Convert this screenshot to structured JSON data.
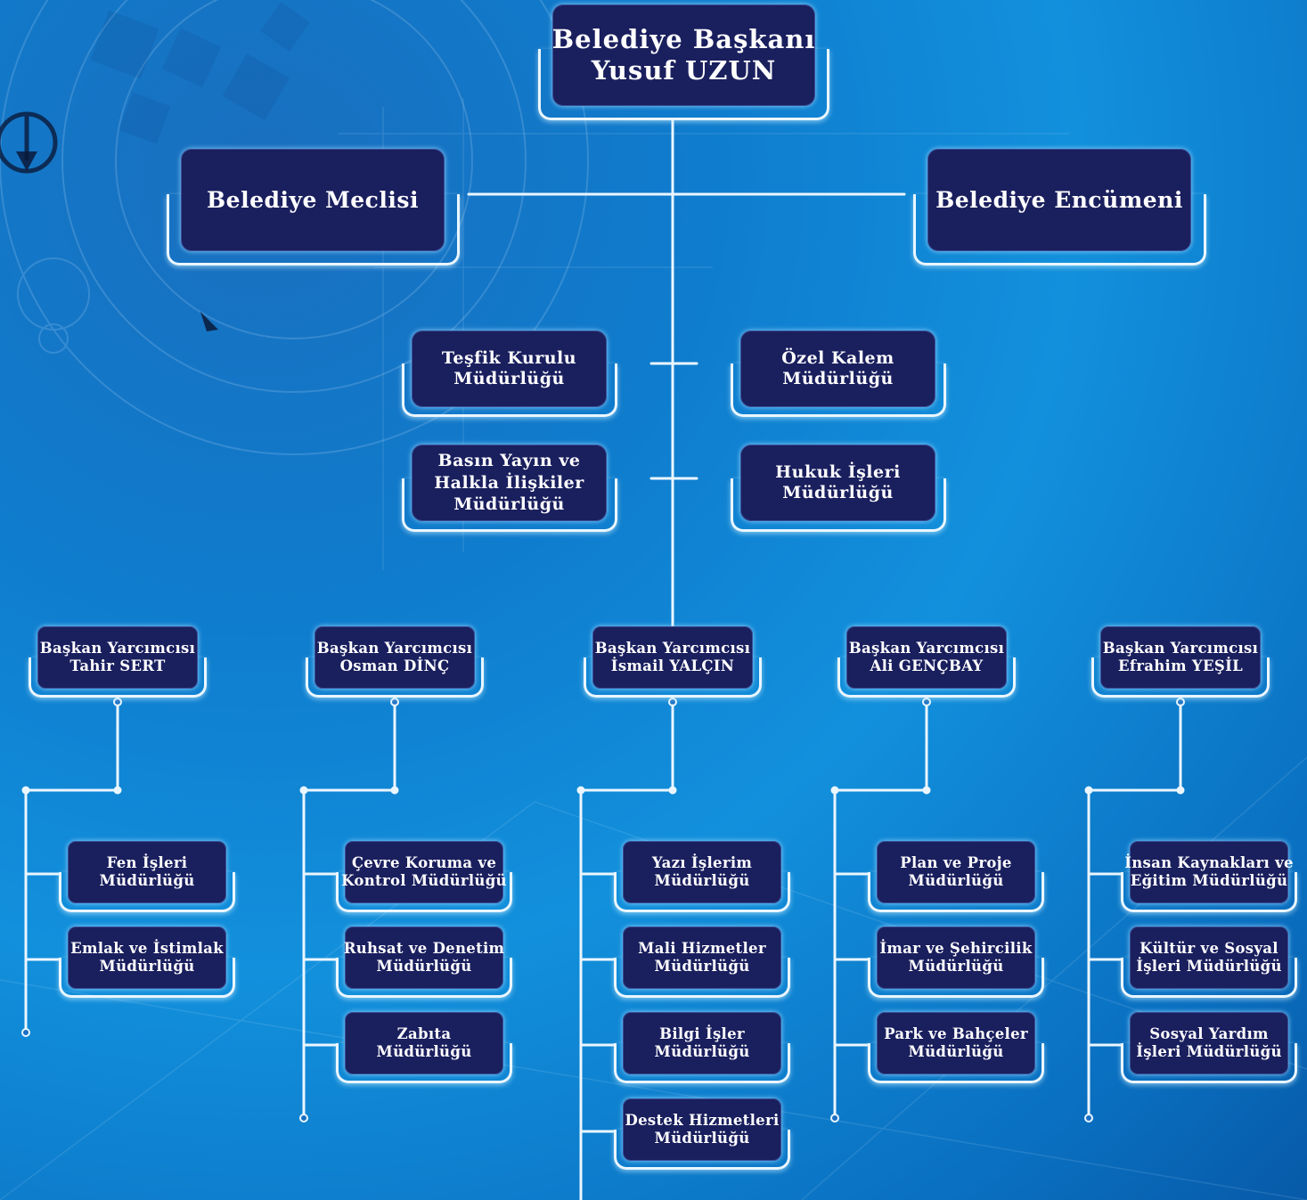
{
  "mayor": {
    "title": "Belediye Başkanı",
    "name": "Yusuf UZUN"
  },
  "council": {
    "left": "Belediye Meclisi",
    "right": "Belediye Encümeni"
  },
  "staff_units": [
    {
      "line1": "Teşfik Kurulu",
      "line2": "Müdürlüğü",
      "line3": ""
    },
    {
      "line1": "Özel Kalem",
      "line2": "Müdürlüğü",
      "line3": ""
    },
    {
      "line1": "Basın Yayın ve",
      "line2": "Halkla İlişkiler",
      "line3": "Müdürlüğü"
    },
    {
      "line1": "Hukuk İşleri",
      "line2": "Müdürlüğü",
      "line3": ""
    }
  ],
  "deputies": [
    {
      "title": "Başkan Yarcımcısı",
      "name": "Tahir SERT",
      "departments": [
        {
          "line1": "Fen İşleri",
          "line2": "Müdürlüğü"
        },
        {
          "line1": "Emlak ve İstimlak",
          "line2": "Müdürlüğü"
        }
      ]
    },
    {
      "title": "Başkan Yarcımcısı",
      "name": "Osman DİNÇ",
      "departments": [
        {
          "line1": "Çevre Koruma ve",
          "line2": "Kontrol Müdürlüğü"
        },
        {
          "line1": "Ruhsat ve Denetim",
          "line2": "Müdürlüğü"
        },
        {
          "line1": "Zabıta",
          "line2": "Müdürlüğü"
        }
      ]
    },
    {
      "title": "Başkan Yarcımcısı",
      "name": "İsmail YALÇIN",
      "departments": [
        {
          "line1": "Yazı İşlerim",
          "line2": "Müdürlüğü"
        },
        {
          "line1": "Mali Hizmetler",
          "line2": "Müdürlüğü"
        },
        {
          "line1": "Bilgi İşler",
          "line2": "Müdürlüğü"
        },
        {
          "line1": "Destek Hizmetleri",
          "line2": "Müdürlüğü"
        }
      ]
    },
    {
      "title": "Başkan Yarcımcısı",
      "name": "Ali GENÇBAY",
      "departments": [
        {
          "line1": "Plan ve Proje",
          "line2": "Müdürlüğü"
        },
        {
          "line1": "İmar ve Şehircilik",
          "line2": "Müdürlüğü"
        },
        {
          "line1": "Park ve Bahçeler",
          "line2": "Müdürlüğü"
        }
      ]
    },
    {
      "title": "Başkan Yarcımcısı",
      "name": "Efrahim YEŞİL",
      "departments": [
        {
          "line1": "İnsan Kaynakları ve",
          "line2": "Eğitim Müdürlüğü"
        },
        {
          "line1": "Kültür ve Sosyal",
          "line2": "İşleri Müdürlüğü"
        },
        {
          "line1": "Sosyal Yardım",
          "line2": "İşleri Müdürlüğü"
        }
      ]
    }
  ],
  "colors": {
    "box": "#1a1f5e",
    "line": "#eaf6ff",
    "background": "#0f84d2"
  }
}
